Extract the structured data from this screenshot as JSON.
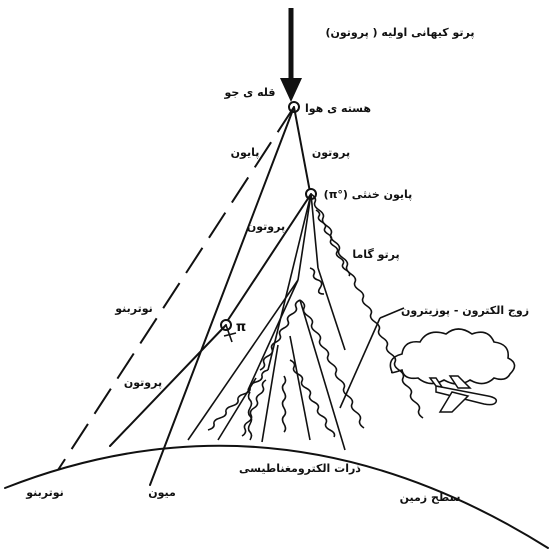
{
  "labels": {
    "primary_ray": "پرتو کیهانی اولیه ( پروتون)",
    "atmosphere_top": "قله ی جو",
    "air_nucleus": "هسته ی هوا",
    "pion_left": "پایون",
    "proton_top": "پروتون",
    "neutral_pion": "(π°) پایون خنثی",
    "proton_mid": "پروتون",
    "gamma_ray": "پرتو گاما",
    "neutrino_left": "نوتربنو",
    "pi_symbol": "π",
    "electron_positron": "زوج الکترون - پوزیترون",
    "proton_low": "پروتون",
    "em_particles": "ذرات الکترومغناطیسی",
    "neutrino_bottom": "نوتربنو",
    "muon": "میون",
    "earth_surface": "سطح زمین"
  },
  "icons": {
    "cloud": "cloud-icon",
    "airplane": "airplane-icon"
  }
}
